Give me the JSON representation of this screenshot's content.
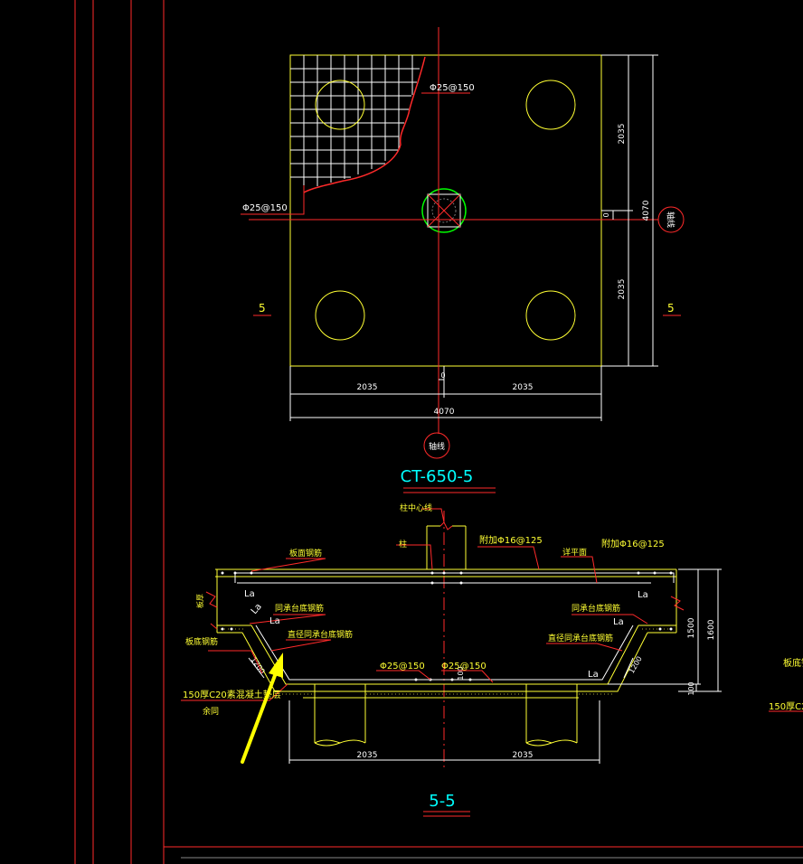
{
  "colors": {
    "background": "#000000",
    "frame": "#ff2a2a",
    "geometry": "#ffff33",
    "dims": "#ffffff",
    "text": "#ffffff",
    "labels_yellow": "#ffff33",
    "accent_cyan": "#00ffff",
    "column": "#00ff00",
    "arrow": "#ffff00"
  },
  "plan": {
    "title": "CT-650-5",
    "axis_bubble": "轴线",
    "section_mark_left": "5",
    "section_mark_right": "5",
    "rebar_top": "Φ25@150",
    "rebar_left": "Φ25@150",
    "dim_right_top": "2035",
    "dim_right_bottom": "2035",
    "dim_right_total": "4070",
    "dim_right_offset": "0",
    "dim_bottom_left": "2035",
    "dim_bottom_right": "2035",
    "dim_bottom_total": "4070",
    "dim_bottom_offset": "0"
  },
  "section": {
    "title": "5-5",
    "col_center": "柱中心线",
    "col_label": "柱",
    "extra_rebar_left": "附加Φ16@125",
    "extra_rebar_right": "附加Φ16@125",
    "top_rebar": "板面钢筋",
    "top_surface": "详平面",
    "slab_thick": "板厚",
    "slab_bottom_rebar": "板底钢筋",
    "same_bottom_left": "同承台底钢筋",
    "same_bottom_right": "同承台底钢筋",
    "dia_same_left": "直径同承台底钢筋",
    "dia_same_right": "直径同承台底钢筋",
    "rebar_bottom_1": "Φ25@150",
    "rebar_bottom_2": "Φ25@150",
    "cushion_note": "150厚C20素混凝土垫层",
    "cushion_same": "余同",
    "la_1": "La",
    "la_2": "La",
    "la_3": "La",
    "la_4": "La",
    "la_5": "La",
    "la_6": "La",
    "dim_h1": "1500",
    "dim_h2": "1600",
    "dim_h3": "100",
    "dim_slope_l": "1200",
    "dim_slope_r": "1200",
    "dim_thk": "100",
    "dim_bot_l": "2035",
    "dim_bot_r": "2035",
    "right_cut_1": "板底钢",
    "right_cut_2": "150厚C2("
  }
}
